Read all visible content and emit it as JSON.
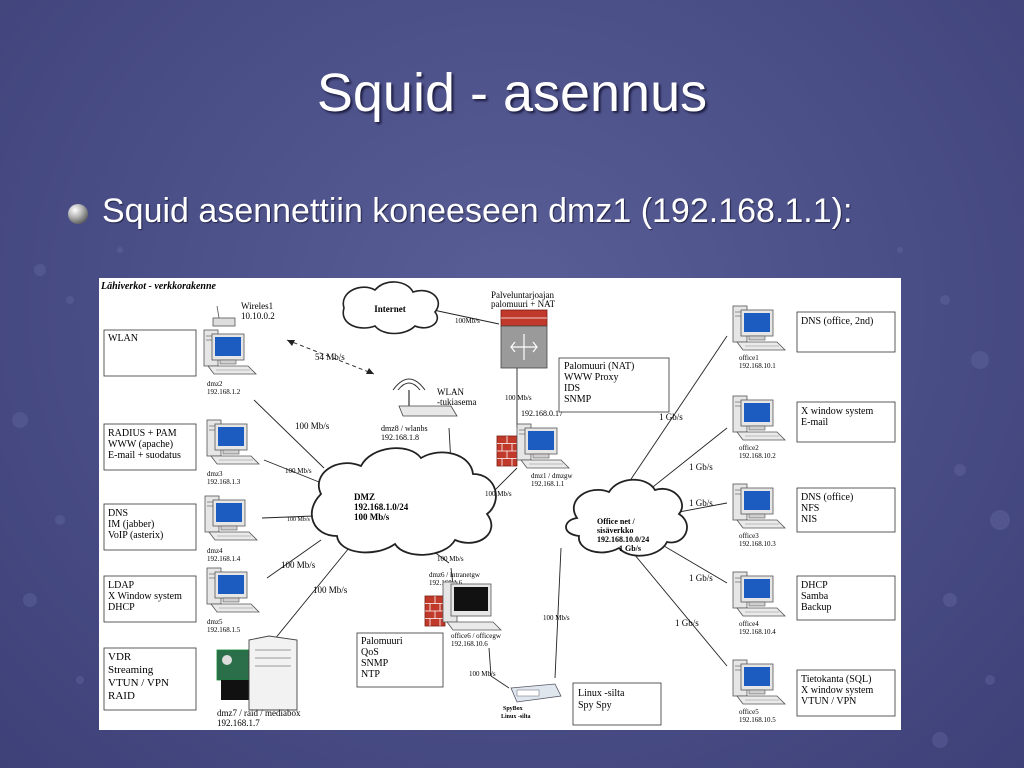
{
  "slide": {
    "title": "Squid - asennus",
    "bullet": "Squid asennettiin koneeseen dmz1 (192.168.1.1):"
  },
  "colors": {
    "background": "#4b4f87",
    "text": "#ffffff",
    "firewall": "#c0392b",
    "monitor": "#1c5bbf"
  },
  "diagram": {
    "heading": "Lähiverkot - verkkorakenne",
    "clouds": {
      "internet": "Internet",
      "dmz": [
        "DMZ",
        "192.168.1.0/24",
        "100 Mb/s"
      ],
      "office": [
        "Office net /",
        "sisäverkko",
        "192.168.10.0/24",
        "1 Gb/s"
      ]
    },
    "nodes": {
      "wireles1": [
        "Wireles1",
        "10.10.0.2"
      ],
      "wlan_ap": [
        "WLAN",
        "-tukiasema"
      ],
      "dmz8": [
        "dmz8 / wlanbs",
        "192.168.1.8"
      ],
      "provider": [
        "Palveluntarjoajan",
        "palomuuri + NAT"
      ],
      "provider_ip": "192.168.0.17",
      "dmz1": [
        "dmz1 / dmzgw",
        "192.168.1.1"
      ],
      "dmz2": [
        "dmz2",
        "192.168.1.2"
      ],
      "dmz3": [
        "dmz3",
        "192.168.1.3"
      ],
      "dmz4": [
        "dmz4",
        "192.168.1.4"
      ],
      "dmz5": [
        "dmz5",
        "192.168.1.5"
      ],
      "dmz6": [
        "dmz6 / intranetgw",
        "192.168.1.6"
      ],
      "dmz7": [
        "dmz7 / raid / mediabox",
        "192.168.1.7"
      ],
      "office6": [
        "office6 / officegw",
        "192.168.10.6"
      ],
      "spybox": [
        "SpyBox",
        "Linux -silta"
      ],
      "office1": [
        "office1",
        "192.168.10.1"
      ],
      "office2": [
        "office2",
        "192.168.10.2"
      ],
      "office3": [
        "office3",
        "192.168.10.3"
      ],
      "office4": [
        "office4",
        "192.168.10.4"
      ],
      "office5": [
        "office5",
        "192.168.10.5"
      ]
    },
    "boxes": {
      "wlan": [
        "WLAN"
      ],
      "dmz3": [
        "RADIUS + PAM",
        "WWW (apache)",
        "E-mail + suodatus"
      ],
      "dmz4": [
        "DNS",
        "IM (jabber)",
        "VoIP (asterix)"
      ],
      "dmz5": [
        "LDAP",
        "X Window system",
        "DHCP"
      ],
      "dmz7": [
        "VDR",
        "Streaming",
        "VTUN / VPN",
        "RAID"
      ],
      "dmz1": [
        "Palomuuri (NAT)",
        "WWW Proxy",
        "IDS",
        "SNMP"
      ],
      "office6": [
        "Palomuuri",
        "QoS",
        "SNMP",
        "NTP"
      ],
      "spybox": [
        "Linux -silta",
        "Spy Spy"
      ],
      "office1": [
        "DNS (office, 2nd)"
      ],
      "office2": [
        "X window system",
        "E-mail"
      ],
      "office3": [
        "DNS (office)",
        "NFS",
        "NIS"
      ],
      "office4": [
        "DHCP",
        "Samba",
        "Backup"
      ],
      "office5": [
        "Tietokanta (SQL)",
        "X window system",
        "VTUN / VPN"
      ]
    },
    "links": {
      "wireless": "54 Mb/s",
      "internet": "100Mb/s",
      "provider_dmz1": "100 Mb/s",
      "dmz2": "100 Mb/s",
      "dmz3": "100 Mb/s",
      "dmz4": "100 Mb/s",
      "dmz5": "100 Mb/s",
      "dmz7": "100 Mb/s",
      "dmz1": "100 Mb/s",
      "dmz6": "100 Mb/s",
      "office6_spy": "100 Mb/s",
      "office_spy": "100 Mb/s",
      "office1": "1 Gb/s",
      "office2": "1 Gb/s",
      "office3": "1 Gb/s",
      "office4": "1 Gb/s",
      "office5": "1 Gb/s"
    }
  }
}
